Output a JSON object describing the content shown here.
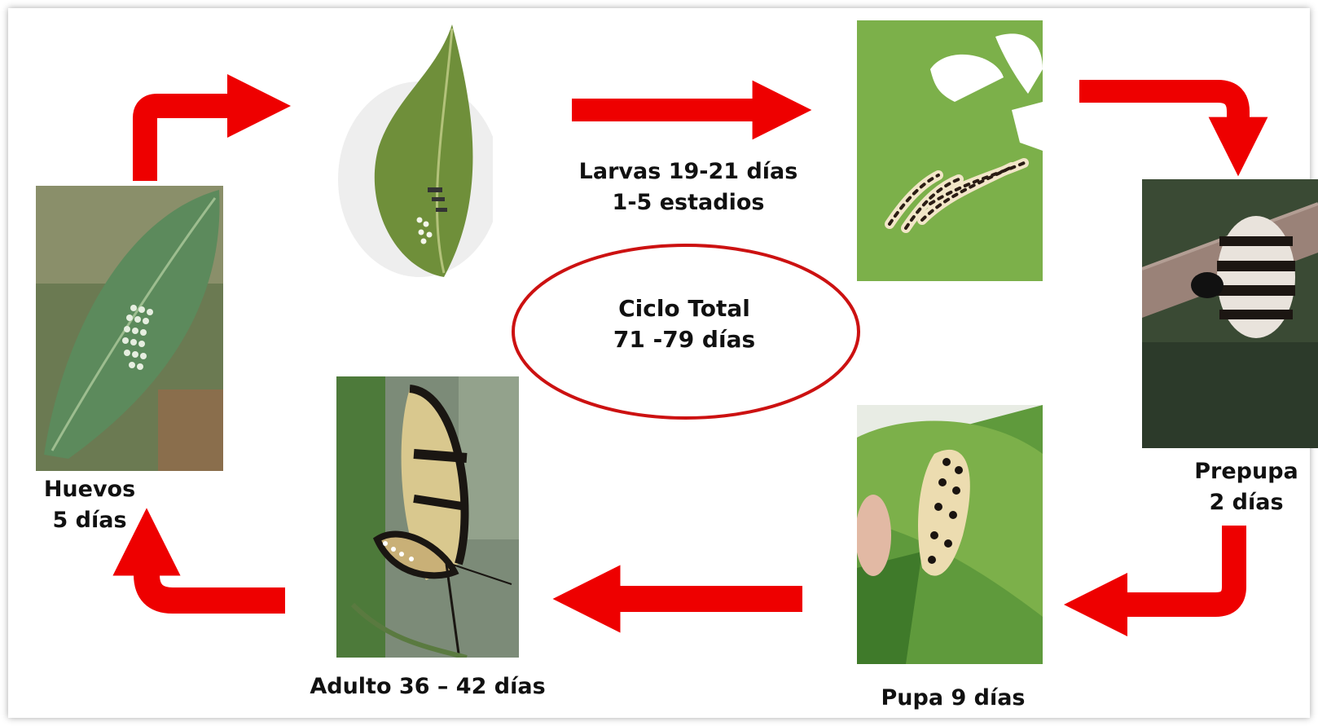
{
  "stages": {
    "eggs": {
      "line1": "Huevos",
      "line2": "5 días"
    },
    "larvae": {
      "line1": "Larvas 19-21 días",
      "line2": "1-5 estadios"
    },
    "prepupa": {
      "line1": "Prepupa",
      "line2": "2 días"
    },
    "pupa": {
      "line1": "Pupa 9 días"
    },
    "adult": {
      "line1": "Adulto 36 – 42 días"
    }
  },
  "center": {
    "line1": "Ciclo Total",
    "line2": "71 -79 días"
  },
  "colors": {
    "arrow": "#ee0000",
    "ellipse": "#cc1111"
  }
}
